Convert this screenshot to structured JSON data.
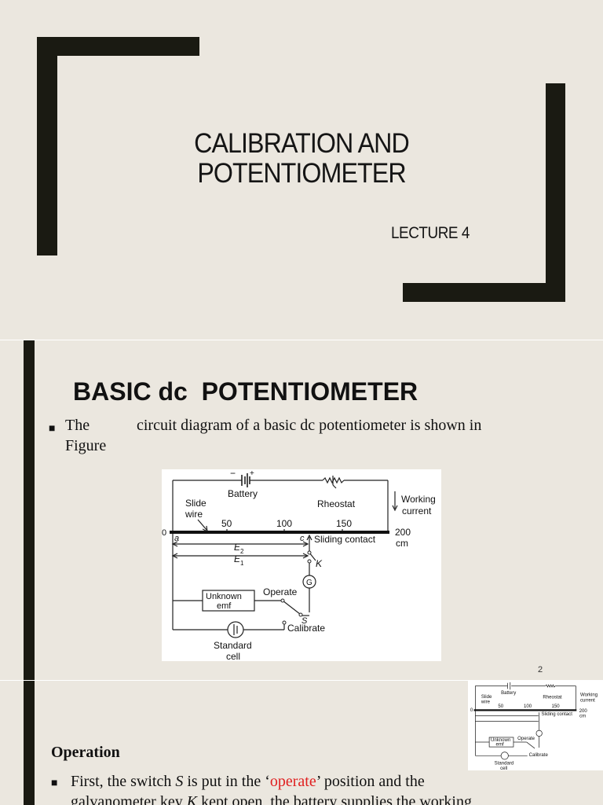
{
  "slide1": {
    "title_line1": "CALIBRATION AND",
    "title_line2": "POTENTIOMETER",
    "subtitle": "LECTURE 4"
  },
  "slide2": {
    "heading": "BASIC dc  POTENTIOMETER",
    "bullet_word1": "The",
    "bullet_rest": "circuit diagram of a basic dc potentiometer is shown in",
    "bullet_word2": "Figure",
    "figure": {
      "battery": "Battery",
      "minus": "−",
      "plus": "+",
      "rheostat": "Rheostat",
      "working": "Working",
      "current": "current",
      "slide": "Slide",
      "wire": "wire",
      "tick_0": "0",
      "tick_50": "50",
      "tick_100": "100",
      "tick_150": "150",
      "tick_200": "200",
      "cm": "cm",
      "a": "a",
      "c": "c",
      "sliding_contact": "Sliding contact",
      "e2": "E",
      "e2_sub": "2",
      "e1": "E",
      "e1_sub": "1",
      "k": "K",
      "g": "G",
      "operate": "Operate",
      "unknown": "Unknown",
      "emf": "emf",
      "s": "S",
      "calibrate": "Calibrate",
      "standard": "Standard",
      "cell": "cell"
    }
  },
  "page_number": "2",
  "slide3": {
    "heading": "Operation",
    "line1_a": "First, the switch ",
    "line1_s": "S",
    "line1_b": " is put in the ‘",
    "line1_operate": "operate",
    "line1_c": "’ position and the",
    "line2_a": "galvanometer key ",
    "line2_k": "K",
    "line2_b": " kept open, the battery supplies the working"
  }
}
